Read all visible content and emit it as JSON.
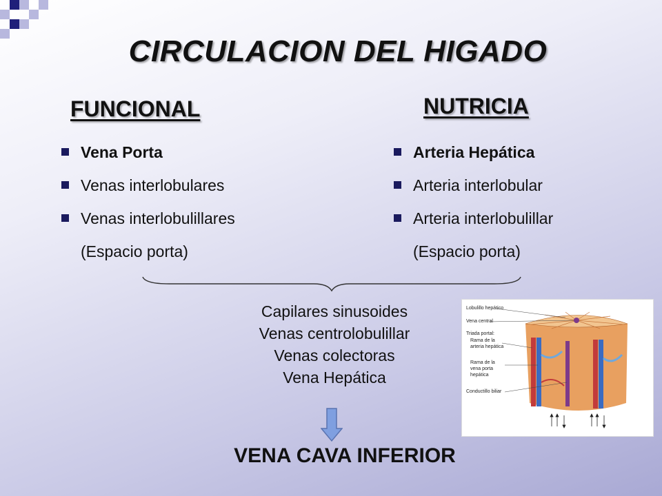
{
  "title": "CIRCULACION DEL HIGADO",
  "funcional": {
    "heading": "FUNCIONAL",
    "items": [
      {
        "label": "Vena Porta",
        "bold": true,
        "bullet": true
      },
      {
        "label": "Venas interlobulares",
        "bold": false,
        "bullet": true
      },
      {
        "label": "Venas interlobulillares",
        "bold": false,
        "bullet": true
      },
      {
        "label": "(Espacio porta)",
        "bold": false,
        "bullet": false
      }
    ]
  },
  "nutricia": {
    "heading": "NUTRICIA",
    "items": [
      {
        "label": "Arteria Hepática",
        "bold": true,
        "bullet": true
      },
      {
        "label": "Arteria interlobular",
        "bold": false,
        "bullet": true
      },
      {
        "label": "Arteria interlobulillar",
        "bold": false,
        "bullet": true
      },
      {
        "label": "(Espacio porta)",
        "bold": false,
        "bullet": false
      }
    ]
  },
  "confluence": [
    "Capilares sinusoides",
    "Venas centrolobulillar",
    "Venas colectoras",
    "Vena Hepática"
  ],
  "final": "VENA CAVA INFERIOR",
  "figure": {
    "labels": [
      "Lobulillo hepático",
      "Vena central",
      "Triada portal:",
      "Rama de la arteria hepática",
      "Rama de la vena porta hepática",
      "Conductillo biliar"
    ]
  },
  "colors": {
    "accent": "#1a1a5e",
    "arrow": "#7f9fe0",
    "corner_dark": "#1f1f7a",
    "corner_light": "#b8b8de"
  }
}
